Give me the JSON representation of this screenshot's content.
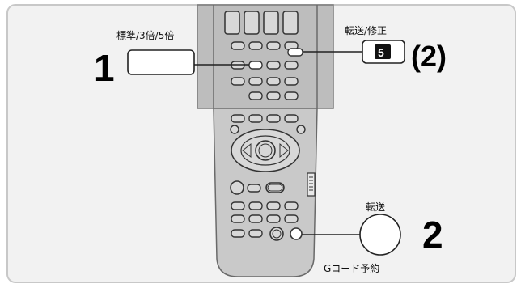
{
  "labels": {
    "step1_number": "1",
    "step1_caption": "標準/3倍/5倍",
    "step2_caption_top": "転送/修正",
    "step2_button_glyph": "5",
    "step2_paren": "(2)",
    "step3_caption": "転送",
    "step3_number": "2",
    "step3_caption_bottom": "Gコード予約"
  },
  "colors": {
    "panel_bg": "#f2f2f2",
    "remote_body": "#c9c9c9",
    "remote_upper": "#bdbdbd",
    "button_fill": "#ffffff",
    "highlight": "#ffffff",
    "ink": "#111111"
  }
}
